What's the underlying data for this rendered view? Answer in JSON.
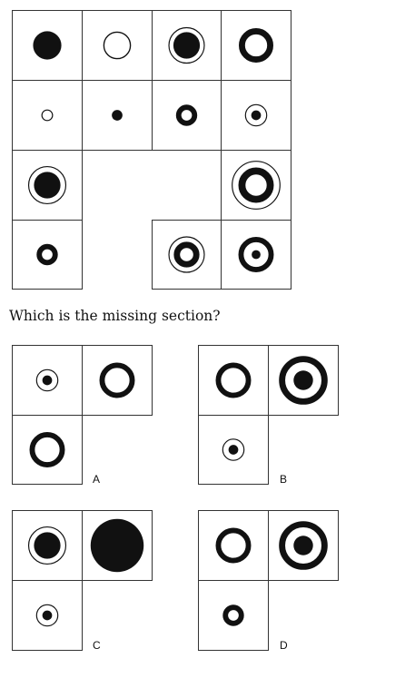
{
  "puzzle": {
    "question": "Which is the missing section?",
    "grid": {
      "rows": 4,
      "cols": 4,
      "cells": [
        {
          "row": 0,
          "col": 0,
          "symbol": "filled-large-dot"
        },
        {
          "row": 0,
          "col": 1,
          "symbol": "hollow-circle-thin"
        },
        {
          "row": 0,
          "col": 2,
          "symbol": "filled-dot-in-thin-ring"
        },
        {
          "row": 0,
          "col": 3,
          "symbol": "thick-hollow-ring"
        },
        {
          "row": 1,
          "col": 0,
          "symbol": "small-hollow-circle"
        },
        {
          "row": 1,
          "col": 1,
          "symbol": "small-filled-dot"
        },
        {
          "row": 1,
          "col": 2,
          "symbol": "small-thick-ring"
        },
        {
          "row": 1,
          "col": 3,
          "symbol": "small-dot-in-thin-ring"
        },
        {
          "row": 2,
          "col": 0,
          "symbol": "filled-dot-in-thin-ring"
        },
        {
          "row": 2,
          "col": 3,
          "symbol": "thick-ring-in-thin-ring"
        },
        {
          "row": 3,
          "col": 0,
          "symbol": "small-thick-ring"
        },
        {
          "row": 3,
          "col": 2,
          "symbol": "thick-ring-in-thin-ring-small"
        },
        {
          "row": 3,
          "col": 3,
          "symbol": "thick-ring-with-dot"
        }
      ]
    },
    "options": [
      {
        "label": "A",
        "top_left": "small-dot-in-thin-ring",
        "top_right": "thick-hollow-ring",
        "bottom_left": "thick-hollow-ring"
      },
      {
        "label": "B",
        "top_left": "thick-hollow-ring",
        "top_right": "thick-ring-with-large-dot",
        "bottom_left": "small-dot-in-thin-ring"
      },
      {
        "label": "C",
        "top_left": "filled-dot-in-thin-ring",
        "top_right": "very-large-filled-dot",
        "bottom_left": "small-dot-in-thin-ring"
      },
      {
        "label": "D",
        "top_left": "thick-hollow-ring",
        "top_right": "thick-ring-with-large-dot",
        "bottom_left": "small-thick-ring"
      }
    ]
  }
}
